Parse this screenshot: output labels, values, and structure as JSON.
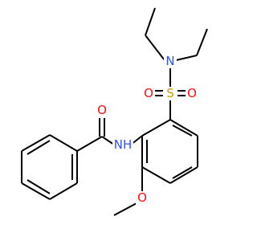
{
  "colors": {
    "bond": "#000000",
    "nitrogen": "#3050F8",
    "oxygen": "#FF0D0D",
    "sulfur": "#C8A000",
    "background": "#ffffff"
  },
  "atom_labels": {
    "sulfonamide_n": "N",
    "sulfonyl_o_left": "O",
    "sulfonyl_s": "S",
    "sulfonyl_o_right": "O",
    "carbonyl_o": "O",
    "amide_nh": "NH",
    "methoxy_o": "O"
  }
}
